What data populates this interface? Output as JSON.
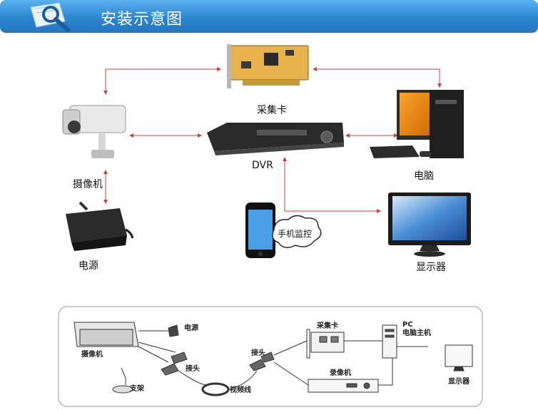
{
  "header": {
    "title": "安装示意图"
  },
  "top_diagram": {
    "capture_card": "采集卡",
    "camera": "摄像机",
    "dvr": "DVR",
    "computer": "电脑",
    "power": "电源",
    "phone_monitor": "手机监控",
    "display": "显示器"
  },
  "bottom_diagram": {
    "power": "电源",
    "camera": "摄像机",
    "connector_left": "接头",
    "stand": "支架",
    "video_cable": "视频线",
    "connector_mid": "接头",
    "capture_card": "采集卡",
    "pc_line1": "PC",
    "pc_line2": "电脑主机",
    "recorder": "录像机",
    "display": "显示器"
  },
  "colors": {
    "header_bg": "#2c86cf",
    "arrow": "#c8413d"
  }
}
